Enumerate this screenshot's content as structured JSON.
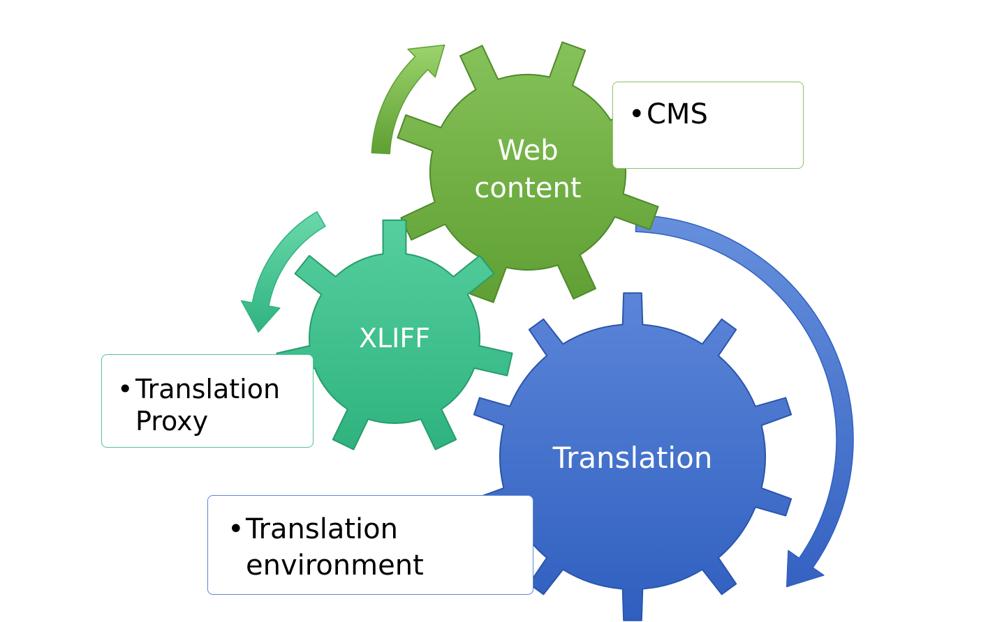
{
  "gears": {
    "web": {
      "line1": "Web",
      "line2": "content",
      "color": "#72b04a"
    },
    "xliff": {
      "label": "XLIFF",
      "color": "#3fc28e"
    },
    "translation": {
      "label": "Translation",
      "color": "#3f6fcc"
    }
  },
  "boxes": {
    "cms": {
      "item": "CMS"
    },
    "proxy": {
      "item": "Translation Proxy"
    },
    "environment": {
      "item": "Translation environment"
    }
  },
  "colors": {
    "green": "#72b04a",
    "teal": "#3fc28e",
    "blue": "#3f6fcc"
  }
}
